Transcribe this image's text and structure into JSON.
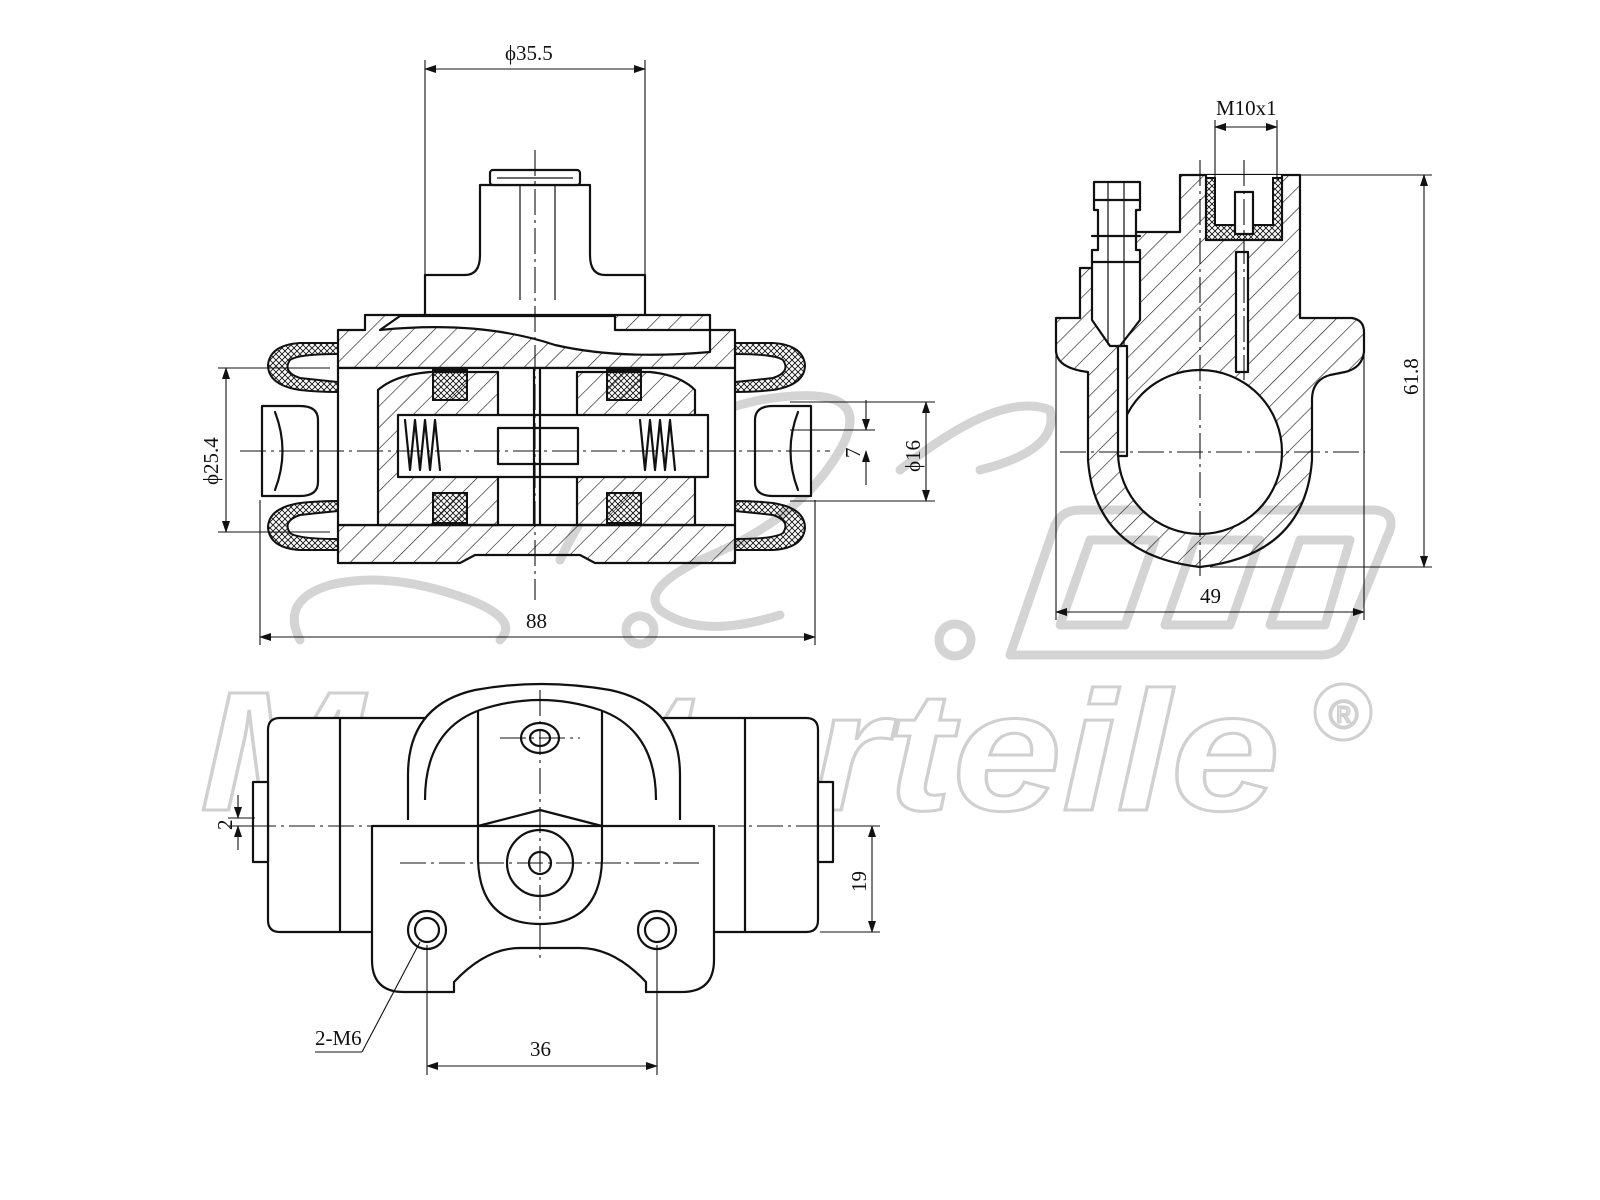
{
  "dimensions": {
    "top_diameter": "ϕ35.5",
    "left_diameter": "ϕ25.4",
    "overall_length": "88",
    "inner_diameter": "ϕ16",
    "inner_offset": "7",
    "thread": "M10x1",
    "side_height": "61.8",
    "side_width": "49",
    "offset": "2",
    "mount_height": "19",
    "bolt_holes": "2-M6",
    "hole_spacing": "36"
  },
  "watermark": {
    "brand": "Meisterteile",
    "mark": "®"
  },
  "colors": {
    "line": "#111111",
    "watermark": "#d0d0d0"
  }
}
